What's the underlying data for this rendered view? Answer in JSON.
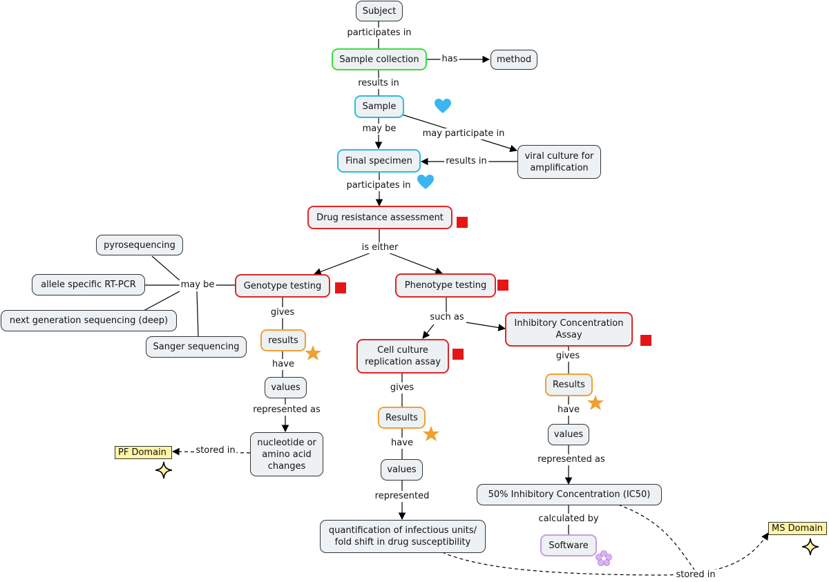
{
  "nodes": {
    "subject": "Subject",
    "sample_collection": "Sample collection",
    "method": "method",
    "sample": "Sample",
    "final_specimen": "Final specimen",
    "viral_culture": "viral culture for\namplification",
    "drug_resistance": "Drug resistance assessment",
    "pyrosequencing": "pyrosequencing",
    "allele_specific": "allele specific RT-PCR",
    "ngs": "next generation sequencing (deep)",
    "sanger": "Sanger sequencing",
    "genotype_testing": "Genotype testing",
    "phenotype_testing": "Phenotype testing",
    "results_geno": "results",
    "values_geno": "values",
    "nucleotide_changes": "nucleotide or\namino acid\nchanges",
    "cell_culture": "Cell culture\nreplication assay",
    "results_cell": "Results",
    "values_cell": "values",
    "quantification": "quantification of infectious units/\nfold shift in drug susceptibility",
    "inhibitory_assay": "Inhibitory Concentration\nAssay",
    "results_ic": "Results",
    "values_ic": "values",
    "ic50": "50% Inhibitory Concentration (IC50)",
    "software": "Software"
  },
  "domains": {
    "pf": "PF Domain",
    "ms": "MS Domain"
  },
  "links": {
    "participates_in_1": "participates in",
    "has": "has",
    "results_in_1": "results in",
    "may_be_1": "may be",
    "may_participate_in": "may participate in",
    "results_in_2": "results in",
    "participates_in_2": "participates in",
    "is_either": "is either",
    "may_be_2": "may be",
    "gives_1": "gives",
    "have_1": "have",
    "represented_as_1": "represented as",
    "stored_in_1": "stored in",
    "such_as": "such as",
    "gives_2": "gives",
    "have_2": "have",
    "represented": "represented",
    "gives_3": "gives",
    "have_3": "have",
    "represented_as_2": "represented as",
    "calculated_by": "calculated by",
    "stored_in_2": "stored in"
  },
  "icons": {
    "moon": "moon-icon",
    "heart": "heart-icon",
    "square": "square-icon",
    "star": "star-icon",
    "sparkle": "sparkle-icon",
    "flower": "flower-icon"
  },
  "colors": {
    "green_border": "#3ddc3d",
    "blue_border": "#2bb9e6",
    "red_border": "#e02525",
    "orange_border": "#f0a030",
    "purple_border": "#c79be8",
    "node_fill": "#edf1f3",
    "domain_fill": "#fff3a6"
  }
}
